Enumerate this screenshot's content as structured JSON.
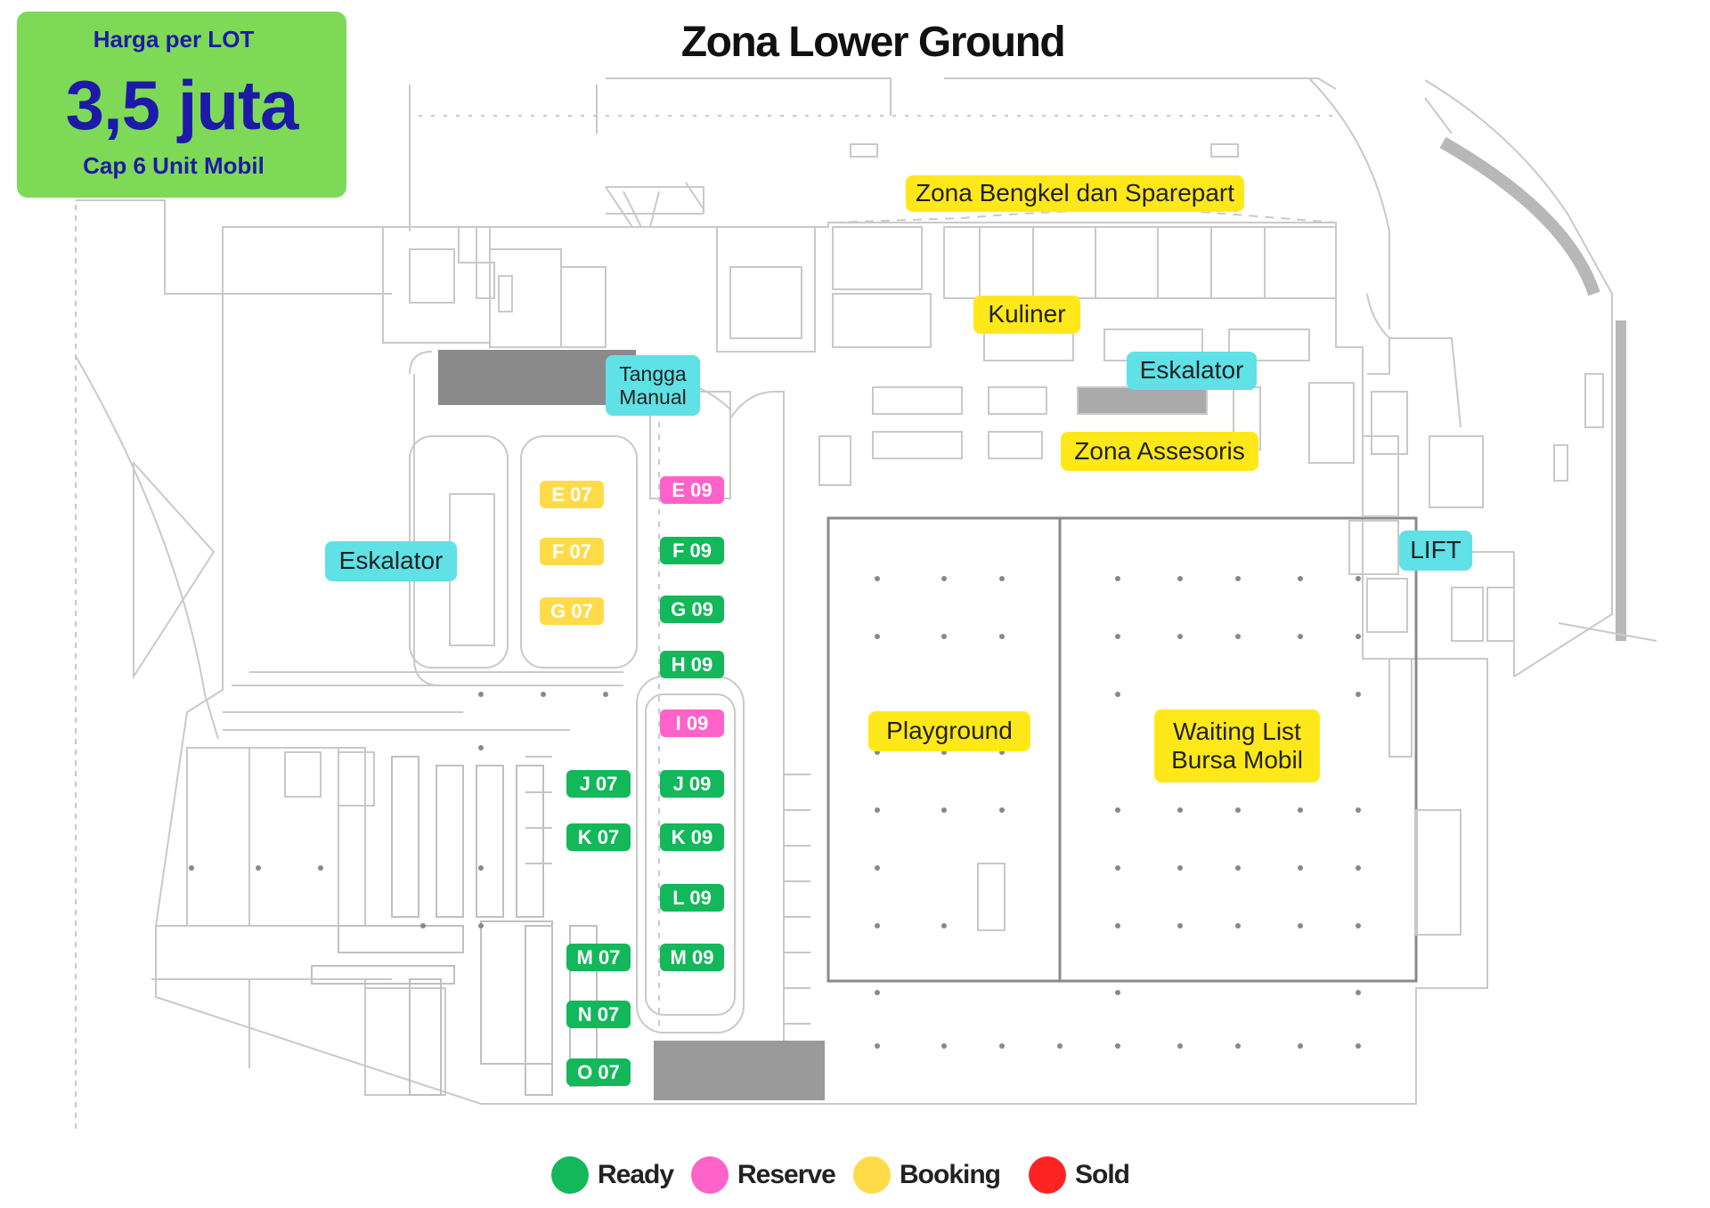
{
  "title": "Zona Lower Ground",
  "price_box": {
    "label": "Harga per LOT",
    "price": "3,5 juta",
    "capacity": "Cap 6 Unit Mobil"
  },
  "colors": {
    "ready": "#12b85a",
    "reserve": "#ff62c9",
    "booking": "#ffdb4a",
    "sold": "#ff2424",
    "zone_yellow": "#ffe81a",
    "zone_cyan": "#5fe1e6",
    "price_box_bg": "#7ed957",
    "price_text": "#1c1aa6"
  },
  "zones": [
    {
      "id": "zona-bengkel",
      "label": "Zona Bengkel dan Sparepart",
      "color": "yellow"
    },
    {
      "id": "kuliner",
      "label": "Kuliner",
      "color": "yellow"
    },
    {
      "id": "zona-assesoris",
      "label": "Zona Assesoris",
      "color": "yellow"
    },
    {
      "id": "playground",
      "label": "Playground",
      "color": "yellow"
    },
    {
      "id": "waiting-list",
      "label": "Waiting List\nBursa Mobil",
      "color": "yellow"
    },
    {
      "id": "tangga-manual",
      "label": "Tangga\nManual",
      "color": "cyan"
    },
    {
      "id": "eskalator-top",
      "label": "Eskalator",
      "color": "cyan"
    },
    {
      "id": "eskalator-left",
      "label": "Eskalator",
      "color": "cyan"
    },
    {
      "id": "lift",
      "label": "LIFT",
      "color": "cyan"
    }
  ],
  "slots": [
    {
      "label": "E 07",
      "status": "booking"
    },
    {
      "label": "F 07",
      "status": "booking"
    },
    {
      "label": "G 07",
      "status": "booking"
    },
    {
      "label": "E 09",
      "status": "reserve"
    },
    {
      "label": "F 09",
      "status": "ready"
    },
    {
      "label": "G 09",
      "status": "ready"
    },
    {
      "label": "H 09",
      "status": "ready"
    },
    {
      "label": "I 09",
      "status": "reserve"
    },
    {
      "label": "J 07",
      "status": "ready"
    },
    {
      "label": "J 09",
      "status": "ready"
    },
    {
      "label": "K 07",
      "status": "ready"
    },
    {
      "label": "K 09",
      "status": "ready"
    },
    {
      "label": "L 09",
      "status": "ready"
    },
    {
      "label": "M 07",
      "status": "ready"
    },
    {
      "label": "M 09",
      "status": "ready"
    },
    {
      "label": "N 07",
      "status": "ready"
    },
    {
      "label": "O 07",
      "status": "ready"
    }
  ],
  "legend": [
    {
      "label": "Ready",
      "status": "ready"
    },
    {
      "label": "Reserve",
      "status": "reserve"
    },
    {
      "label": "Booking",
      "status": "booking"
    },
    {
      "label": "Sold",
      "status": "sold"
    }
  ]
}
